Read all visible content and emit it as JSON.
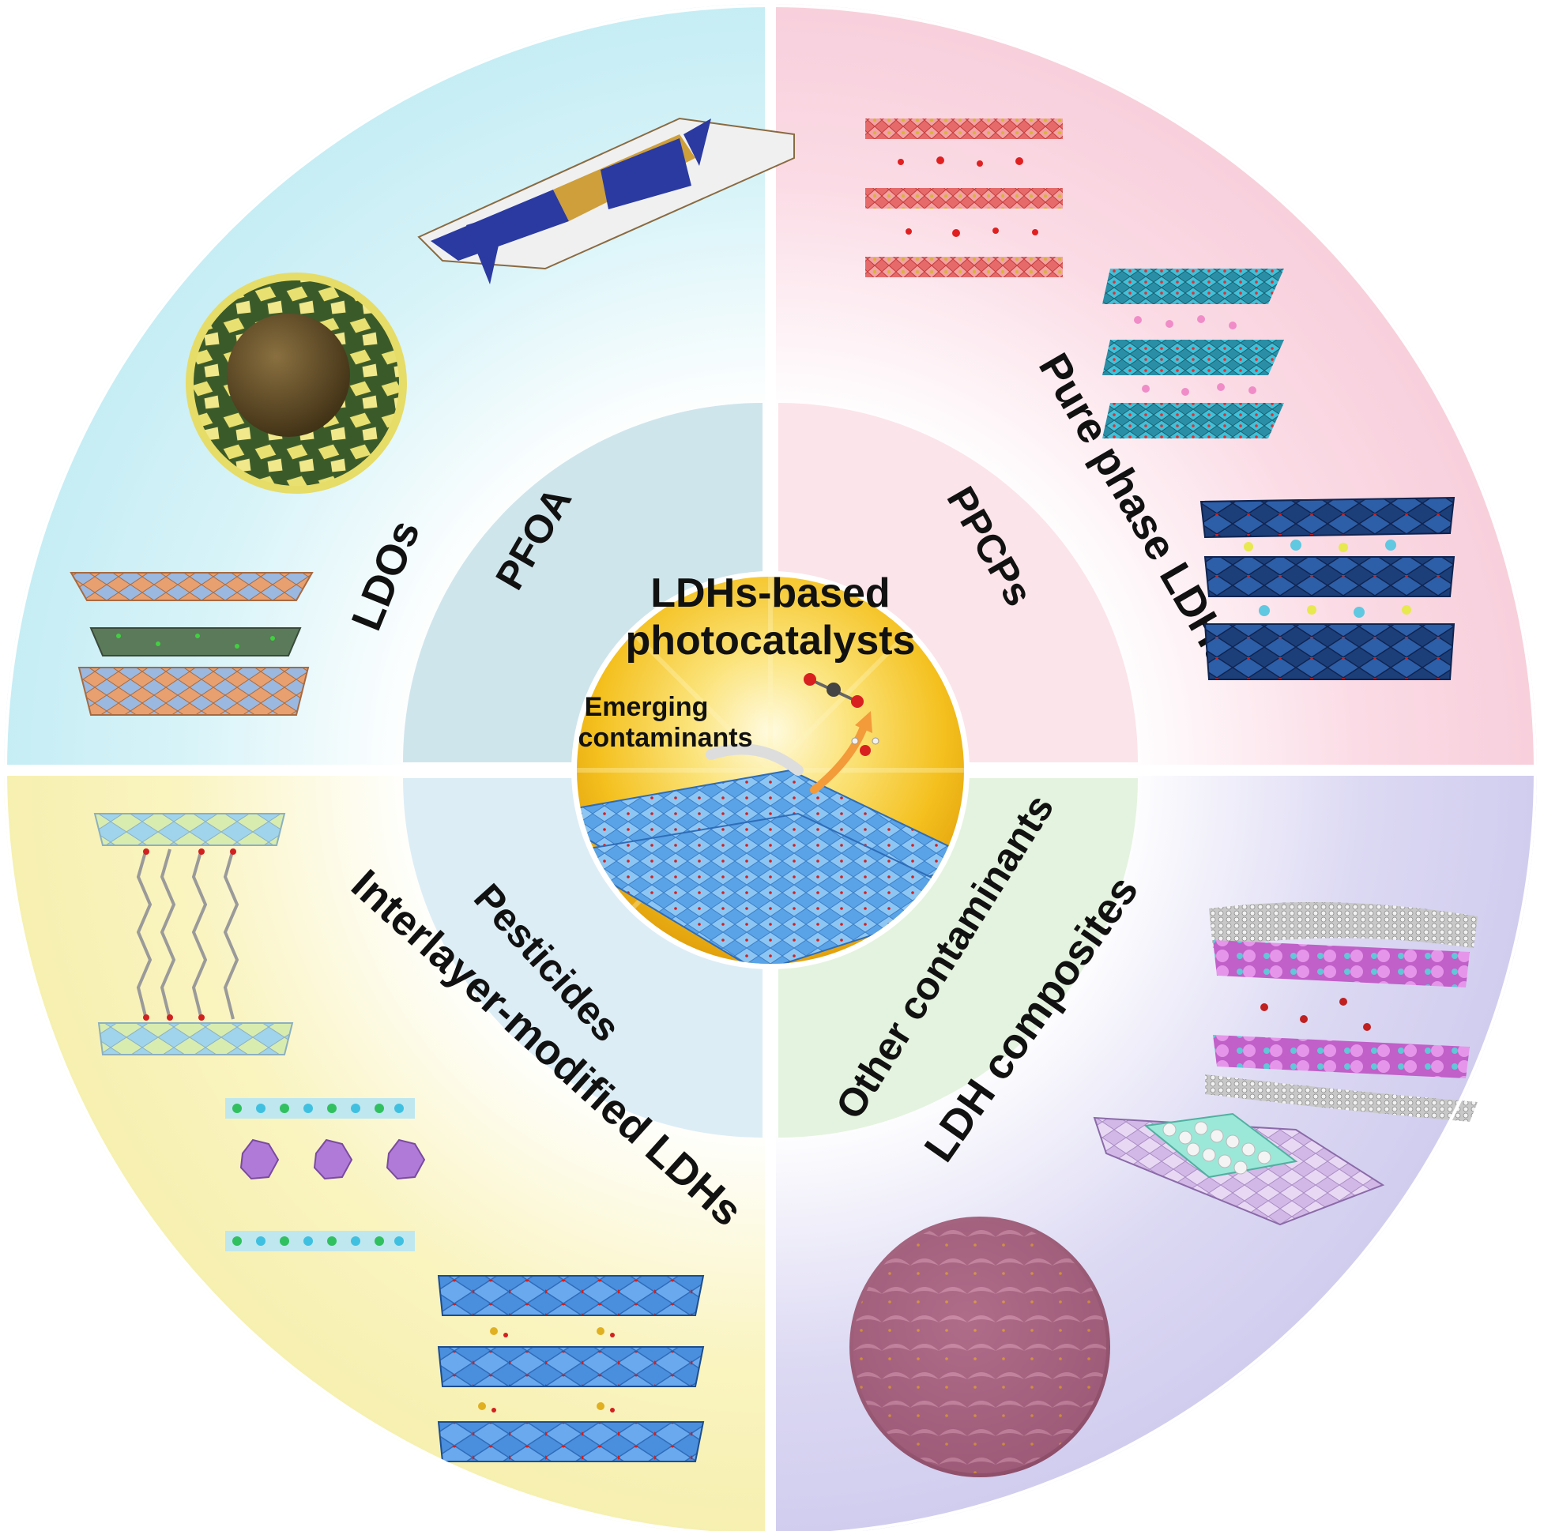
{
  "center": {
    "title_line1": "LDHs-based",
    "title_line2": "photocatalysts",
    "subtitle_line1": "Emerging",
    "subtitle_line2": "contaminants"
  },
  "inner_ring": {
    "top_left": "PFOA",
    "top_right": "PPCPs",
    "bottom_left": "Pesticides",
    "bottom_right": "Other contaminants"
  },
  "outer_ring": {
    "top_left": "LDOs",
    "top_right": "Pure phase LDHs",
    "bottom_left": "Interlayer-modified LDHs",
    "bottom_right": "LDH composites"
  },
  "colors": {
    "quadrant_top_left": "#c9eef5",
    "quadrant_top_right": "#f9d3df",
    "quadrant_bottom_left": "#f8f2b4",
    "quadrant_bottom_right": "#d3d1f0",
    "center_glow": "#f7c51c",
    "ldh_sheet": "#4a9ee0"
  }
}
